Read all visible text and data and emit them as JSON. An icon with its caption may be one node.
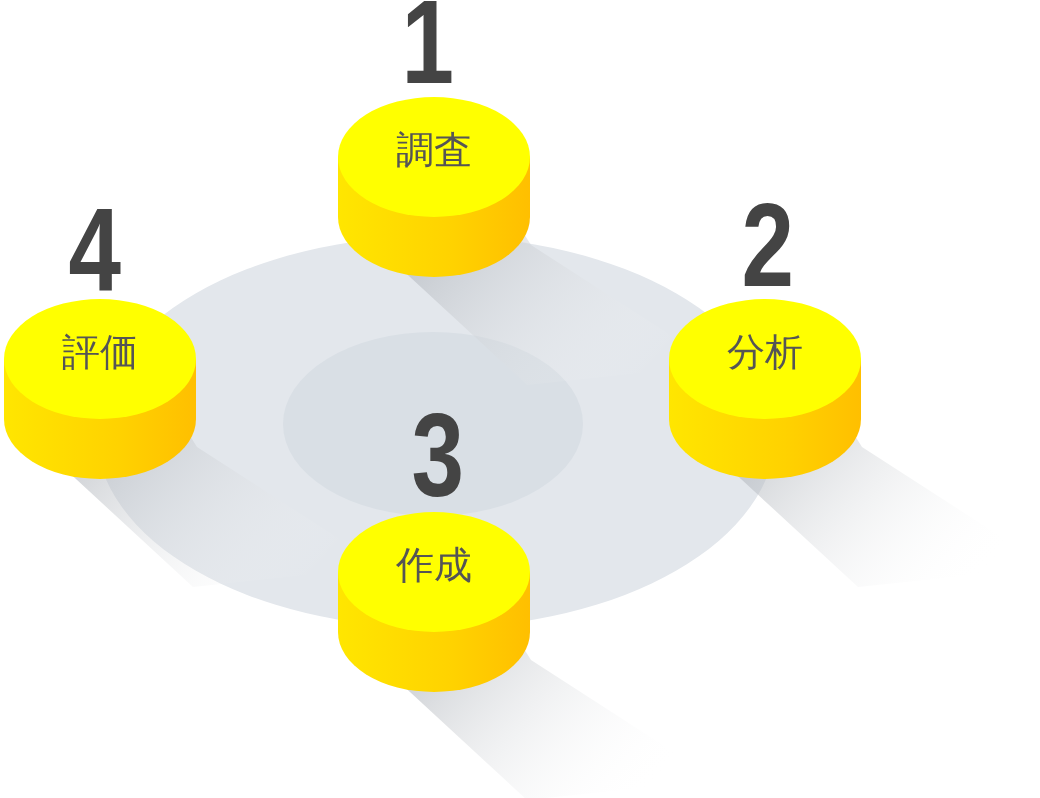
{
  "diagram": {
    "nodes": [
      {
        "text": [
          "調査"
        ],
        "beside": [
          "1"
        ]
      },
      {
        "text": [
          "分析"
        ],
        "beside": [
          "2"
        ]
      },
      {
        "text": [
          "作成"
        ],
        "beside": [
          "3"
        ]
      },
      {
        "text": [
          "評価"
        ],
        "beside": [
          "4"
        ]
      }
    ]
  }
}
